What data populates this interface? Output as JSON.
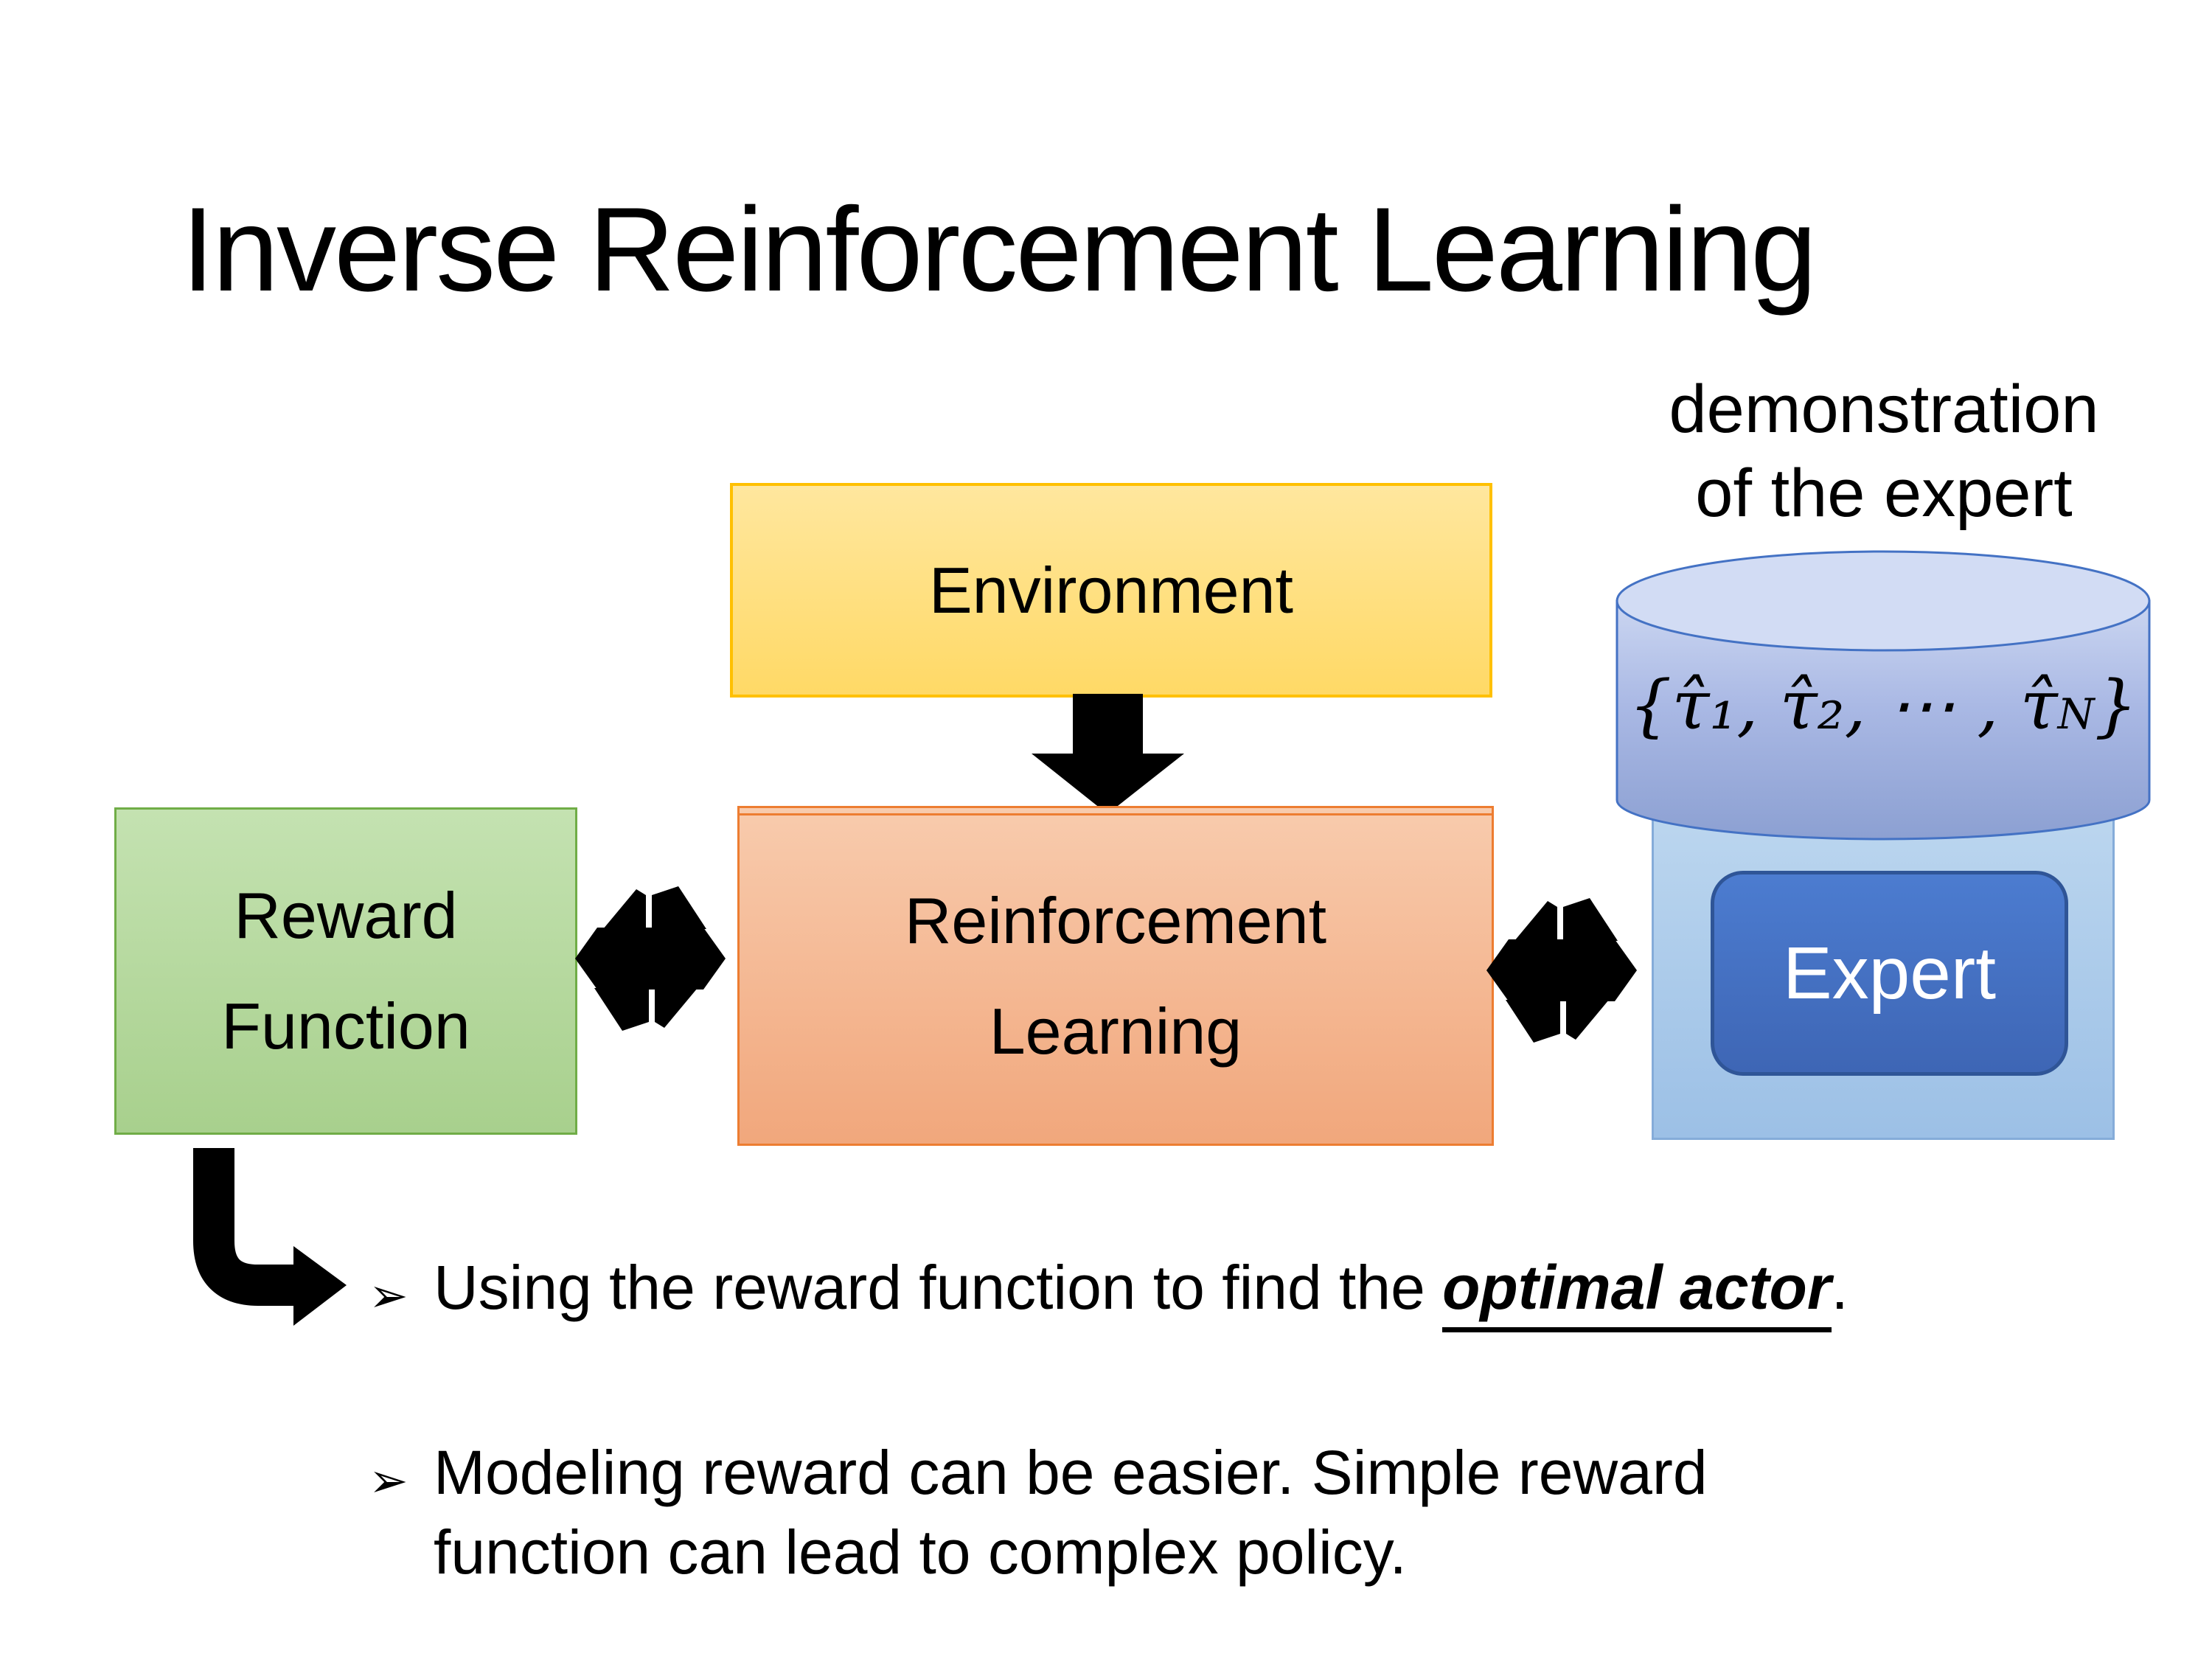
{
  "slide": {
    "title": "Inverse Reinforcement Learning",
    "demo_label": {
      "line1": "demonstration",
      "line2": "of the expert"
    },
    "environment_box": {
      "label": "Environment"
    },
    "reward_box": {
      "line1": "Reward",
      "line2": "Function"
    },
    "rl_box": {
      "line1": "Reinforcement",
      "line2": "Learning"
    },
    "expert_box": {
      "label": "Expert"
    },
    "dataset_cylinder": {
      "formula_pre": "{τ̂₁, τ̂₂, ⋯ , τ̂",
      "formula_sub": "N",
      "formula_post": "}"
    },
    "bullets": {
      "marker": "➢",
      "item1": {
        "before": "Using the reward function to find the ",
        "emphasis": "optimal actor",
        "after": "."
      },
      "item2": {
        "text": "Modeling reward can be easier. Simple reward function can lead to complex policy."
      }
    },
    "colors": {
      "environment_border": "#FFC000",
      "environment_fill": "#FFD966",
      "reward_border": "#70AD47",
      "reward_fill": "#A8D08D",
      "rl_border": "#ED7D31",
      "rl_fill": "#F4B183",
      "expert_fill": "#4472C4",
      "expert_border": "#2F5597",
      "expert_container_fill": "#9DC3E6",
      "cylinder_fill": "#B4C7E7",
      "cylinder_border": "#4472C4",
      "arrow": "#000000",
      "text": "#000000",
      "background": "#FFFFFF"
    }
  }
}
